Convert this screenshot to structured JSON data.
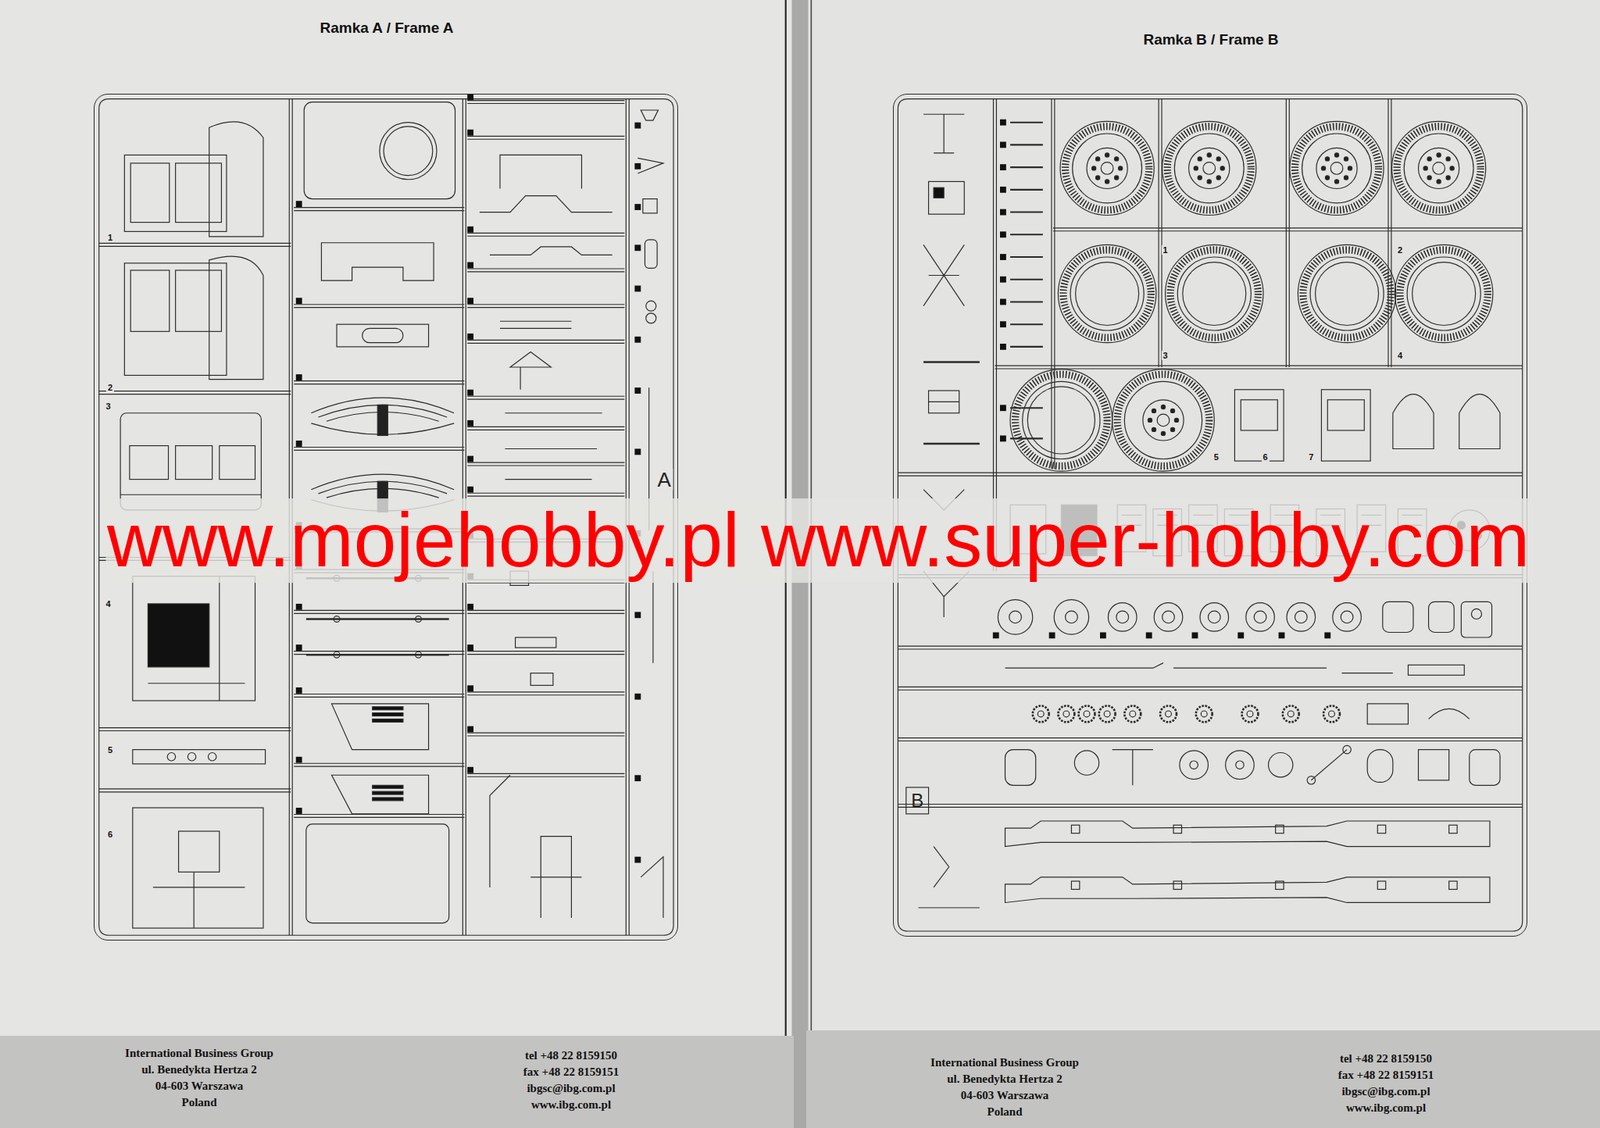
{
  "diagram": {
    "nodes": [
      {
        "text": [
          "Ramka A / Frame A"
        ]
      },
      {
        "text": [
          "International Business Group",
          "ul. Benedykta Hertza 2",
          "04-603 Warszawa",
          "Poland",
          "tel +48 22 8159150",
          "fax +48 22 8159151",
          "ibgsc@ibg.com.pl",
          "www.ibg.com.pl"
        ]
      },
      {
        "text": [
          "Ramka B / Frame B"
        ]
      },
      {
        "text": [
          "International Business Group",
          "ul. Benedykta Hertza 2",
          "04-603 Warszawa",
          "Poland",
          "tel +48 22 8159150",
          "fax +48 22 8159151",
          "ibgsc@ibg.com.pl",
          "www.ibg.com.pl"
        ]
      }
    ],
    "labels": [
      "www.mojehobby.pl www.super-hobby.com",
      "A",
      "B",
      "1",
      "2",
      "3",
      "4",
      "5",
      "6",
      "1",
      "2",
      "3",
      "4",
      "5",
      "6",
      "7"
    ]
  }
}
